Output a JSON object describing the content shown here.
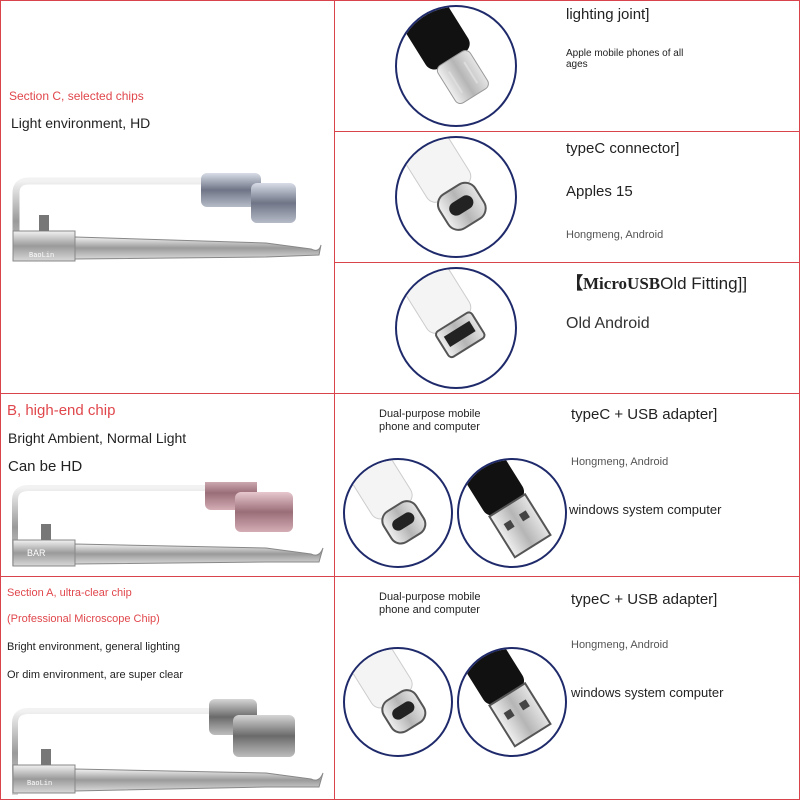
{
  "colors": {
    "border": "#d9434b",
    "accent": "#e0474c",
    "circle": "#1f2a6b"
  },
  "sections": {
    "c": {
      "title": "Section C, selected chips",
      "line1": "Light environment, HD"
    },
    "b": {
      "title": "B, high-end chip",
      "line1": "Bright Ambient, Normal Light",
      "line2": "Can be HD"
    },
    "a": {
      "title": "Section A, ultra-clear chip",
      "subtitle": "(Professional Microscope Chip)",
      "line1": "Bright environment, general lighting",
      "line2": "Or dim environment, are super clear"
    }
  },
  "tool_labels": {
    "c": "BaoLin",
    "b": "BAR",
    "a": "BaoLin"
  },
  "connectors": {
    "lightning": {
      "title": "lighting joint]",
      "desc": "Apple mobile phones of all ages"
    },
    "typec": {
      "title": "typeC connector]",
      "line1": "Apples 15",
      "line2": "Hongmeng, Android"
    },
    "micro": {
      "title_a": "【MicroUSB",
      "title_b": "Old Fitting]]",
      "line1": "Old Android"
    },
    "combo_b": {
      "left": "Dual-purpose mobile phone and computer",
      "title": "typeC + USB adapter]",
      "line1": "Hongmeng, Android",
      "line2": "windows system computer"
    },
    "combo_a": {
      "left": "Dual-purpose mobile phone and computer",
      "title": "typeC + USB adapter]",
      "line1": "Hongmeng, Android",
      "line2": "windows system computer"
    }
  }
}
